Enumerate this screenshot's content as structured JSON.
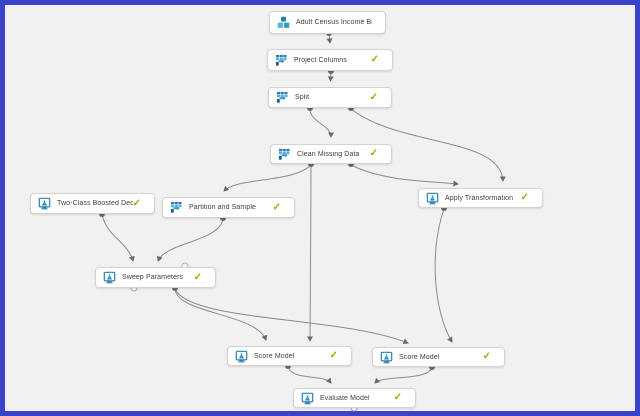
{
  "canvas": {
    "description": "Machine learning experiment graph canvas",
    "colors": {
      "window_border": "#3b43c8",
      "canvas_bg": "#f1f1f2",
      "node_bg": "#fffffe",
      "node_border": "#d4d4d4",
      "connector": "#8c8c8c",
      "port_fill": "#6a6a6a",
      "check_green": "#7fba00",
      "icon_blue": "#3999c6",
      "icon_blue_dark": "#2d7db3",
      "icon_blue_light": "#59b4d9"
    }
  },
  "nodes": [
    {
      "id": "dataset",
      "label": "Adult Census Income Binary C...",
      "icon": "dataset-icon",
      "status": ""
    },
    {
      "id": "project-columns",
      "label": "Project Columns",
      "icon": "table-transform-icon",
      "status": "✓"
    },
    {
      "id": "split",
      "label": "Split",
      "icon": "table-transform-icon",
      "status": "✓"
    },
    {
      "id": "clean-missing-data",
      "label": "Clean Missing Data",
      "icon": "table-transform-icon",
      "status": "✓"
    },
    {
      "id": "two-class-boosted",
      "label": "Two-Class Boosted Decision T...",
      "icon": "ml-module-icon",
      "status": "✓"
    },
    {
      "id": "partition-and-sample",
      "label": "Partition and Sample",
      "icon": "table-transform-icon",
      "status": "✓"
    },
    {
      "id": "apply-transformation",
      "label": "Apply Transformation",
      "icon": "ml-module-icon",
      "status": "✓"
    },
    {
      "id": "sweep-parameters",
      "label": "Sweep Parameters",
      "icon": "ml-module-icon",
      "status": "✓"
    },
    {
      "id": "score-model-left",
      "label": "Score Model",
      "icon": "ml-module-icon",
      "status": "✓"
    },
    {
      "id": "score-model-right",
      "label": "Score Model",
      "icon": "ml-module-icon",
      "status": "✓"
    },
    {
      "id": "evaluate-model",
      "label": "Evaluate Model",
      "icon": "ml-module-icon",
      "status": "✓"
    }
  ],
  "graph": {
    "edges": [
      {
        "from": "dataset",
        "to": "project-columns"
      },
      {
        "from": "project-columns",
        "to": "split"
      },
      {
        "from": "split",
        "to": "clean-missing-data"
      },
      {
        "from": "split",
        "to": "apply-transformation"
      },
      {
        "from": "clean-missing-data",
        "to": "apply-transformation"
      },
      {
        "from": "clean-missing-data",
        "to": "partition-and-sample"
      },
      {
        "from": "clean-missing-data",
        "to": "score-model-left"
      },
      {
        "from": "two-class-boosted",
        "to": "sweep-parameters"
      },
      {
        "from": "partition-and-sample",
        "to": "sweep-parameters"
      },
      {
        "from": "sweep-parameters",
        "to": "score-model-left"
      },
      {
        "from": "sweep-parameters",
        "to": "score-model-right"
      },
      {
        "from": "apply-transformation",
        "to": "score-model-right"
      },
      {
        "from": "score-model-left",
        "to": "evaluate-model"
      },
      {
        "from": "score-model-right",
        "to": "evaluate-model"
      }
    ]
  }
}
